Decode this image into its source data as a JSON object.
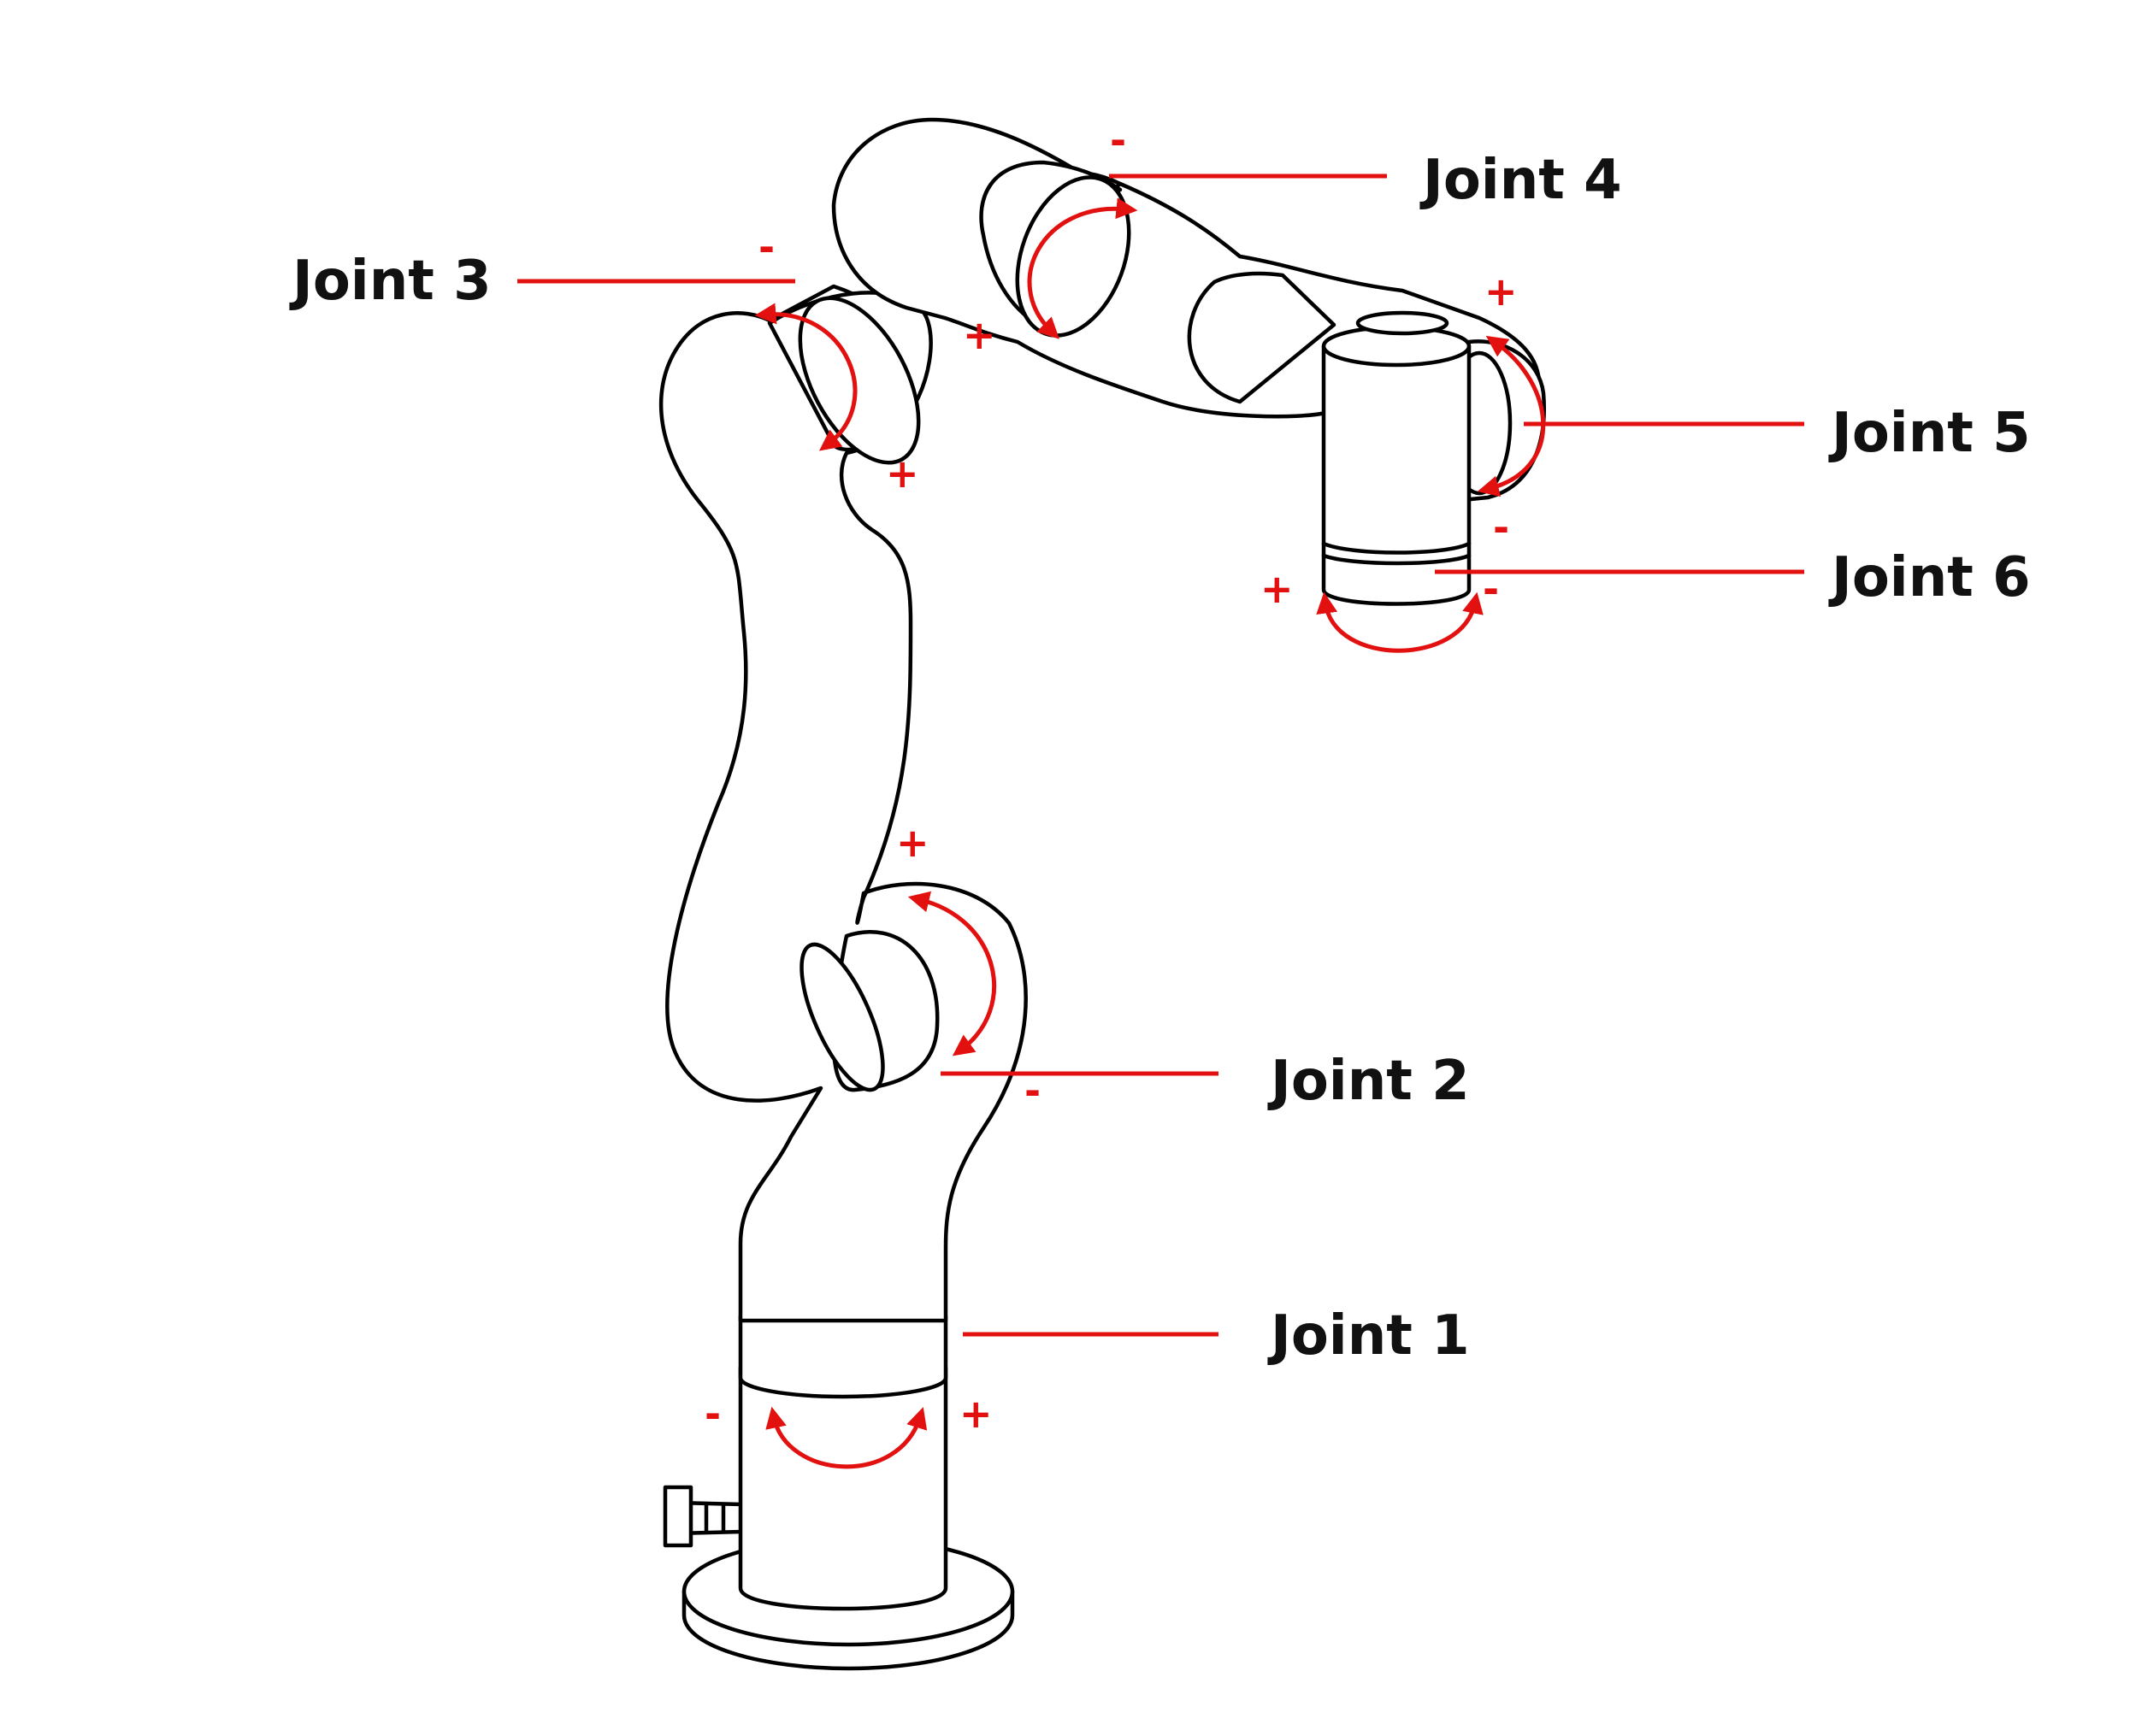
{
  "colors": {
    "accent": "#e31010",
    "outline": "#000000",
    "text": "#111111"
  },
  "joints": [
    {
      "id": "joint-1",
      "label": "Joint 1",
      "plus": "+",
      "minus": "-"
    },
    {
      "id": "joint-2",
      "label": "Joint 2",
      "plus": "+",
      "minus": "-"
    },
    {
      "id": "joint-3",
      "label": "Joint 3",
      "plus": "+",
      "minus": "-"
    },
    {
      "id": "joint-4",
      "label": "Joint 4",
      "plus": "+",
      "minus": "-"
    },
    {
      "id": "joint-5",
      "label": "Joint 5",
      "plus": "+",
      "minus": "-"
    },
    {
      "id": "joint-6",
      "label": "Joint 6",
      "plus": "+",
      "minus": "-"
    }
  ]
}
